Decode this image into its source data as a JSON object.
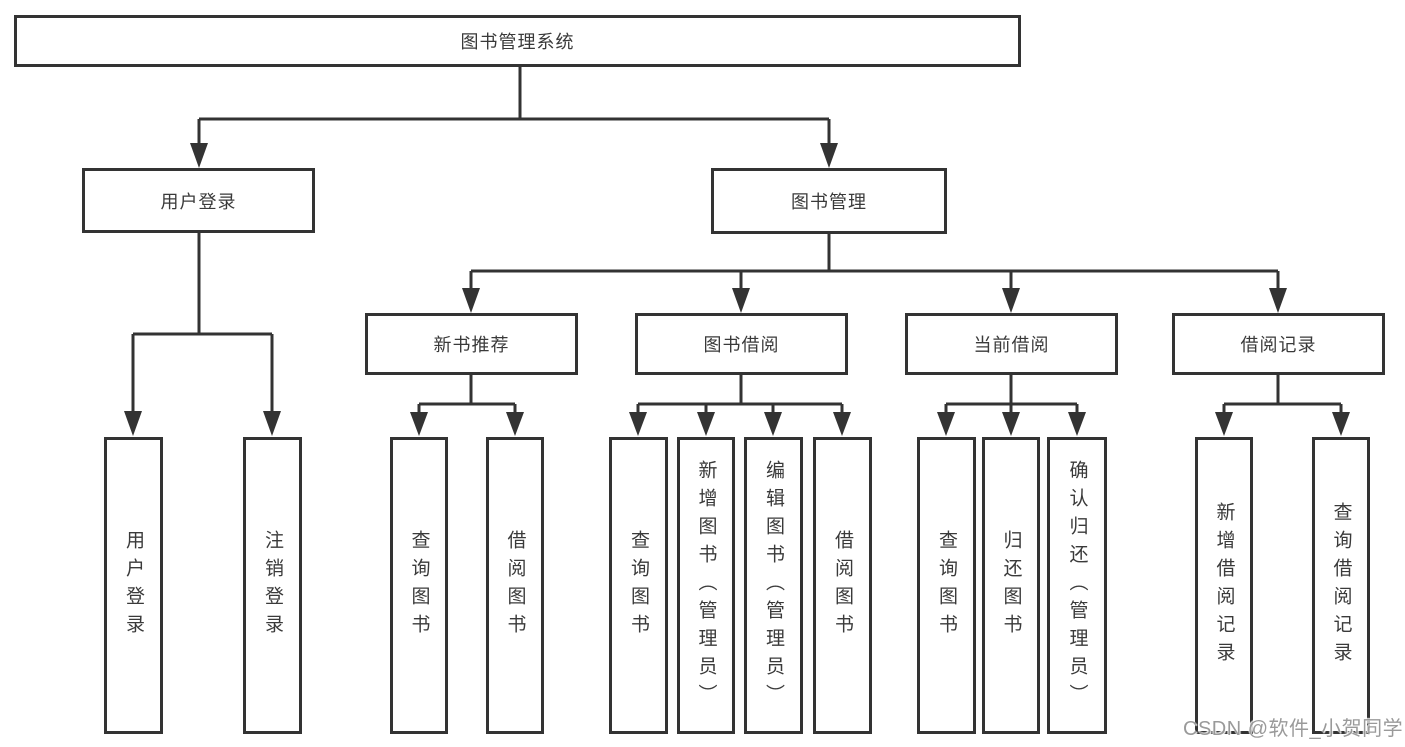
{
  "colors": {
    "line": "#333333",
    "box_border": "#333333",
    "text": "#3a3a3a",
    "background": "#ffffff",
    "watermark": "#9a9a9a"
  },
  "watermark": {
    "text": "CSDN @软件_小贺同学"
  },
  "tree": {
    "root": {
      "label": "图书管理系统"
    },
    "branches": [
      {
        "label": "用户登录",
        "leaves": [
          {
            "label": "用户登录"
          },
          {
            "label": "注销登录"
          }
        ]
      },
      {
        "label": "图书管理",
        "groups": [
          {
            "label": "新书推荐",
            "leaves": [
              {
                "label": "查询图书"
              },
              {
                "label": "借阅图书"
              }
            ]
          },
          {
            "label": "图书借阅",
            "leaves": [
              {
                "label": "查询图书"
              },
              {
                "label": "新增图书（管理员）"
              },
              {
                "label": "编辑图书（管理员）"
              },
              {
                "label": "借阅图书"
              }
            ]
          },
          {
            "label": "当前借阅",
            "leaves": [
              {
                "label": "查询图书"
              },
              {
                "label": "归还图书"
              },
              {
                "label": "确认归还（管理员）"
              }
            ]
          },
          {
            "label": "借阅记录",
            "leaves": [
              {
                "label": "新增借阅记录"
              },
              {
                "label": "查询借阅记录"
              }
            ]
          }
        ]
      }
    ]
  }
}
